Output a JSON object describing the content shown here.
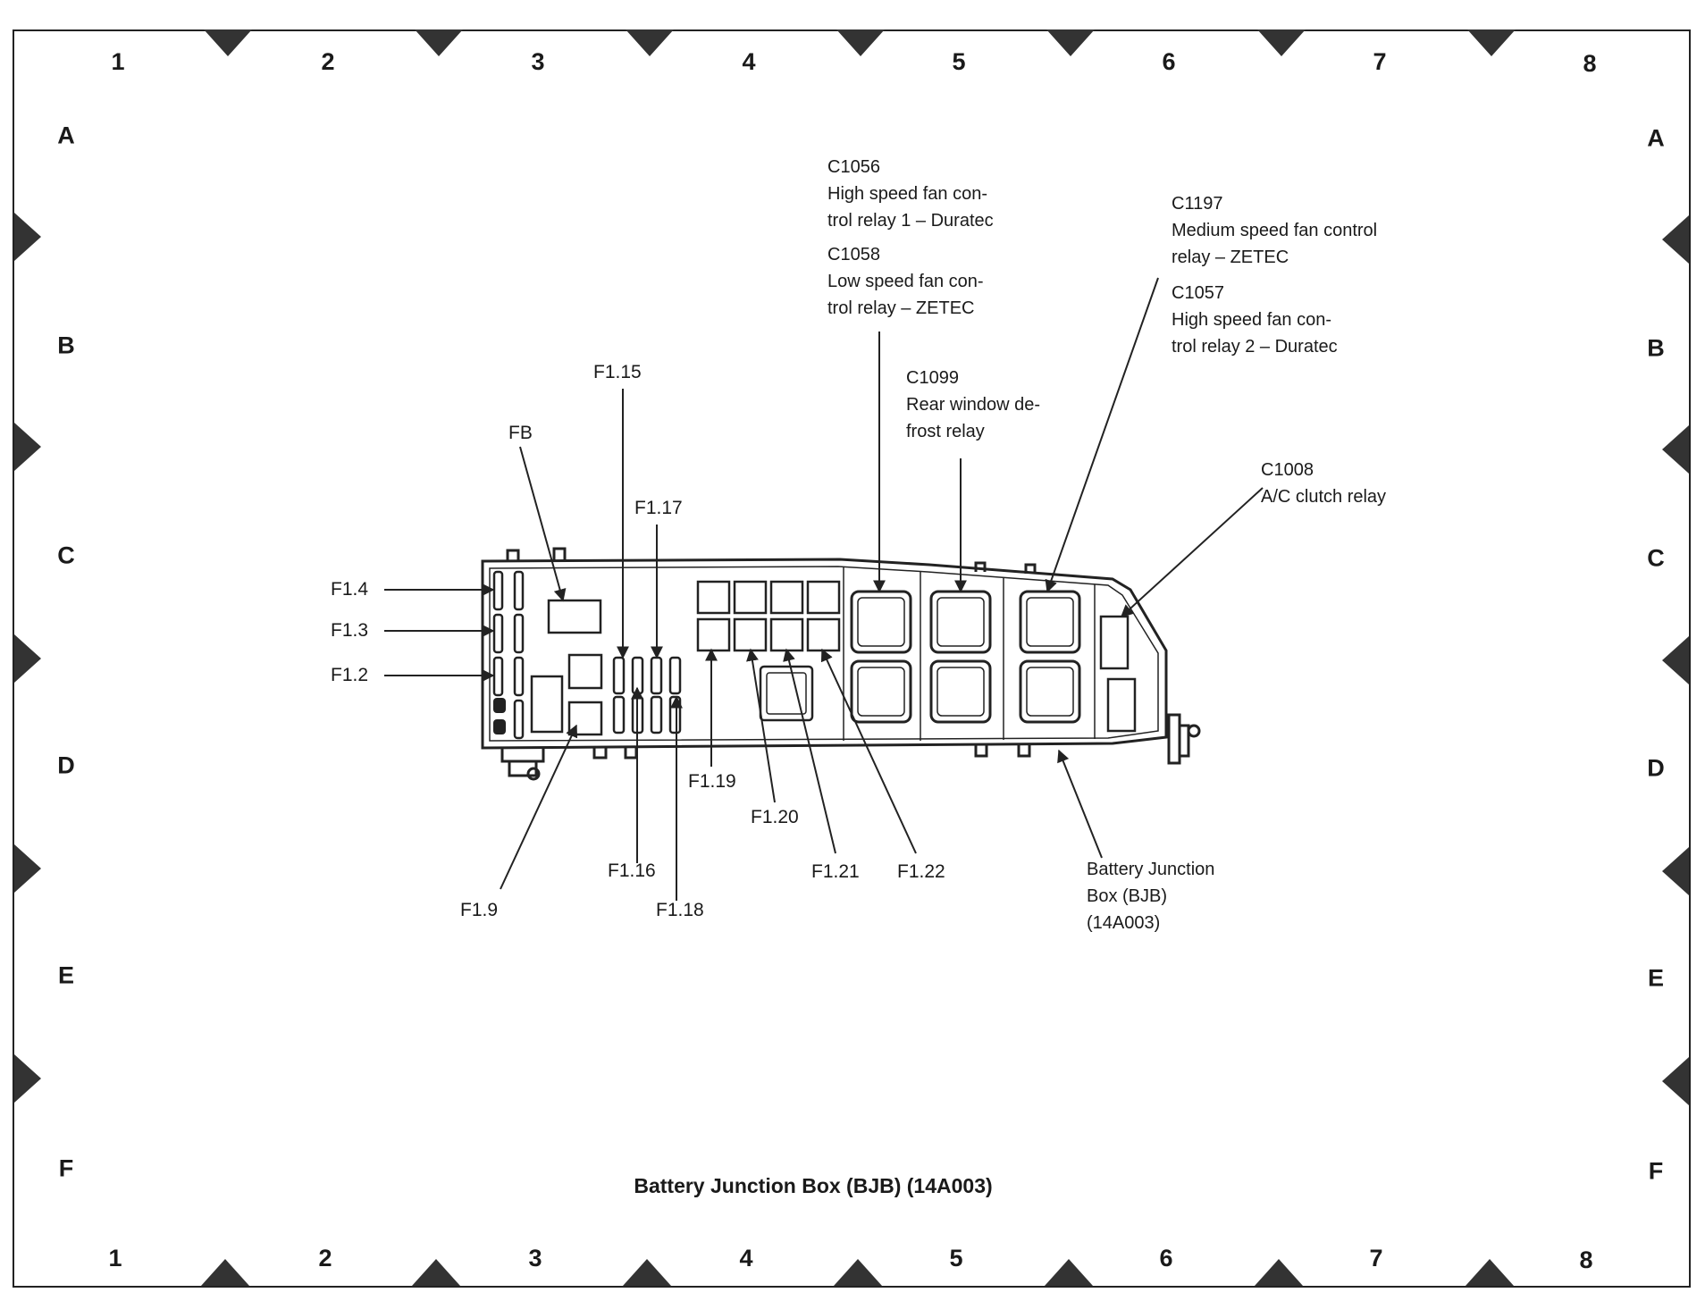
{
  "grid": {
    "columns": [
      "1",
      "2",
      "3",
      "4",
      "5",
      "6",
      "7",
      "8"
    ],
    "rows": [
      "A",
      "B",
      "C",
      "D",
      "E",
      "F"
    ]
  },
  "labels": {
    "fb": "FB",
    "f1_4": "F1.4",
    "f1_3": "F1.3",
    "f1_2": "F1.2",
    "f1_9": "F1.9",
    "f1_15": "F1.15",
    "f1_16": "F1.16",
    "f1_17": "F1.17",
    "f1_18": "F1.18",
    "f1_19": "F1.19",
    "f1_20": "F1.20",
    "f1_21": "F1.21",
    "f1_22": "F1.22"
  },
  "callouts": {
    "c1056": {
      "id": "C1056",
      "line1": "High speed fan con-",
      "line2": "trol relay 1 – Duratec"
    },
    "c1058": {
      "id": "C1058",
      "line1": "Low speed fan con-",
      "line2": "trol relay – ZETEC"
    },
    "c1099": {
      "id": "C1099",
      "line1": "Rear window de-",
      "line2": "frost relay"
    },
    "c1197": {
      "id": "C1197",
      "line1": "Medium speed fan control",
      "line2": "relay – ZETEC"
    },
    "c1057": {
      "id": "C1057",
      "line1": "High speed fan con-",
      "line2": "trol relay 2 – Duratec"
    },
    "c1008": {
      "id": "C1008",
      "line1": "A/C clutch relay"
    },
    "bjb": {
      "line1": "Battery Junction",
      "line2": "Box (BJB)",
      "line3": "(14A003)"
    }
  },
  "caption": "Battery Junction Box (BJB) (14A003)"
}
